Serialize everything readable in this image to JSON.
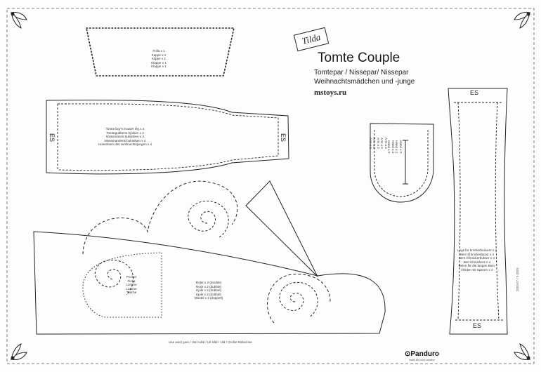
{
  "header": {
    "brand": "Tilda",
    "title": "Tomte Couple",
    "subtitle_1": "Tomtepar / Nissepar/ Nissepar",
    "subtitle_2": "Weihnachtsmädchen und -junge",
    "website": "mstoys.ru"
  },
  "pieces": {
    "hat": {
      "lines": [
        "Frilla x 1",
        "Kappe x 1",
        "Klippe x 1",
        "Klappe x 1",
        "Klappe x 1"
      ]
    },
    "trousers": {
      "lines": [
        "Tomte boy's trouser leg x 4",
        "Tomtegubbens byxben x 4",
        "Nissemanns bukseben x 4",
        "Nissemandens bukseben x 4",
        "Hosenbein des weihnachtsjungen x 4"
      ],
      "left_mark": "ES",
      "right_mark": "ES"
    },
    "mitten": {
      "lines_left": [
        "Arm x 2",
        "Arm x 2",
        "Arm x 2",
        "Arm x 2",
        "Arm x 2"
      ],
      "lines_right": [
        "Hand x 2",
        "Hand x 2",
        "Hand x 2",
        "Hand x 2"
      ]
    },
    "stocking": {
      "top_mark": "ES",
      "bottom_mark": "ES",
      "lines": [
        "Legs for knickerbockers x 4",
        "Ben till knickerbyxor x 4",
        "Ben til knickerbukser x 4",
        "Ben til knickers x 4",
        "Beine für die langen Bein-",
        "kleider mit Spitzen x 4"
      ]
    },
    "body": {
      "pocket_lines": [
        "Pocket",
        "Ficka",
        "Lomme",
        "Lomme",
        "Tasche"
      ],
      "lines": [
        "Robe x 2 (double)",
        "Rock x 2 (dubbla)",
        "Kjole x 2 (dobbel)",
        "Kjole x 2 (dobbel)",
        "Mantel x 2 (doppelt)"
      ]
    }
  },
  "footer": {
    "fabric_note": "Use wool yarn / Vad rubb / Ull tråd / Uld / Große Rollachse",
    "brand": "Panduro",
    "brand_sub": "make life more creative",
    "code": "2003-07 / 2-2003"
  }
}
